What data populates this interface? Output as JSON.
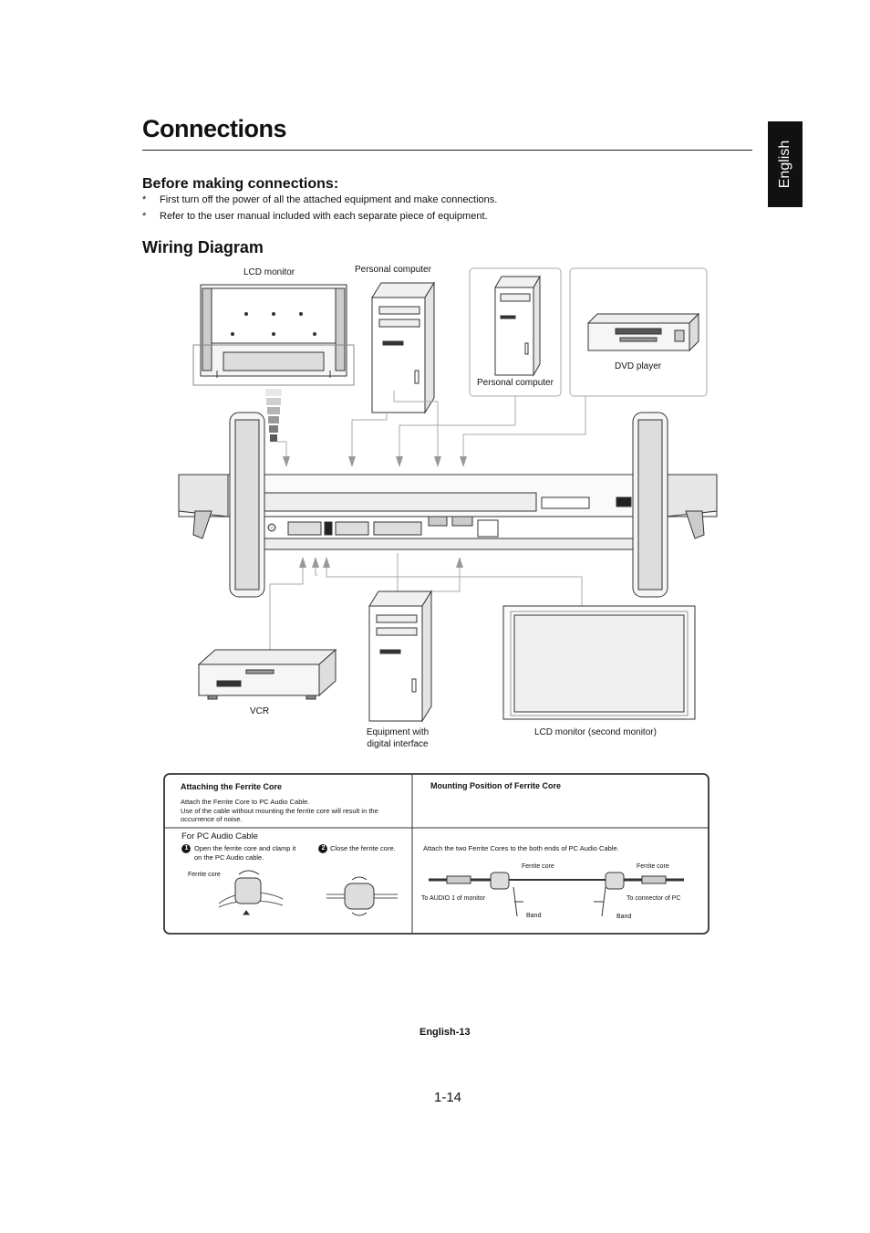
{
  "page": {
    "title": "Connections",
    "language_tab": "English",
    "footer": "English-13",
    "page_number": "1-14"
  },
  "before": {
    "heading": "Before making connections:",
    "bullets": [
      {
        "mark": "*",
        "text": "First turn off the power of all the attached equipment and make connections."
      },
      {
        "mark": "*",
        "text": "Refer to the user manual included with each separate piece of equipment."
      }
    ]
  },
  "wiring": {
    "heading": "Wiring Diagram",
    "labels": {
      "lcd_monitor": "LCD monitor",
      "pc_1": "Personal computer",
      "pc_2": "Personal computer",
      "dvd": "DVD player",
      "vcr": "VCR",
      "digital_equipment_line1": "Equipment with",
      "digital_equipment_line2": "digital interface",
      "second_monitor": "LCD monitor (second monitor)"
    }
  },
  "ferrite": {
    "attach_title": "Attaching the Ferrite Core",
    "attach_line1": "Attach the Ferrite Core to PC Audio Cable.",
    "attach_line2": "Use of the cable without mounting the ferrite core will result in the",
    "attach_line3": "occurrence of noise.",
    "mount_title": "Mounting Position of Ferrite Core",
    "for_cable": "For PC Audio Cable",
    "step1_num": "1",
    "step1_line1": "Open the ferrite core and clamp it",
    "step1_line2": "on the PC Audio cable.",
    "step2_num": "2",
    "step2_text": "Close the ferrite core.",
    "ferrite_core_label": "Ferrite core",
    "mount_instruction": "Attach the two Ferrite Cores to the both ends of PC Audio Cable.",
    "ferrite_left": "Ferrite core",
    "ferrite_right": "Ferrite core",
    "to_audio": "To AUDIO 1 of monitor",
    "to_pc": "To connector of PC",
    "band_left": "Band",
    "band_right": "Band"
  }
}
